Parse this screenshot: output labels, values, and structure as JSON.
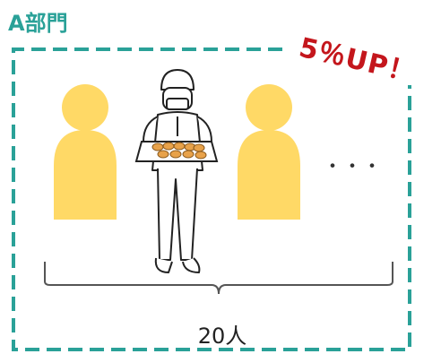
{
  "department": {
    "label": "A部門"
  },
  "growth": {
    "label": "5％UP！"
  },
  "team": {
    "count_label": "20人",
    "ellipsis": "・・・"
  },
  "colors": {
    "frame": "#2aa198",
    "label": "#2aa198",
    "growth": "#c4161c",
    "person": "#ffd966",
    "line": "#222222",
    "bread": "#e8a24a"
  },
  "icons": [
    "person-silhouette-icon",
    "baker-with-tray-icon",
    "bread-tray-icon"
  ]
}
